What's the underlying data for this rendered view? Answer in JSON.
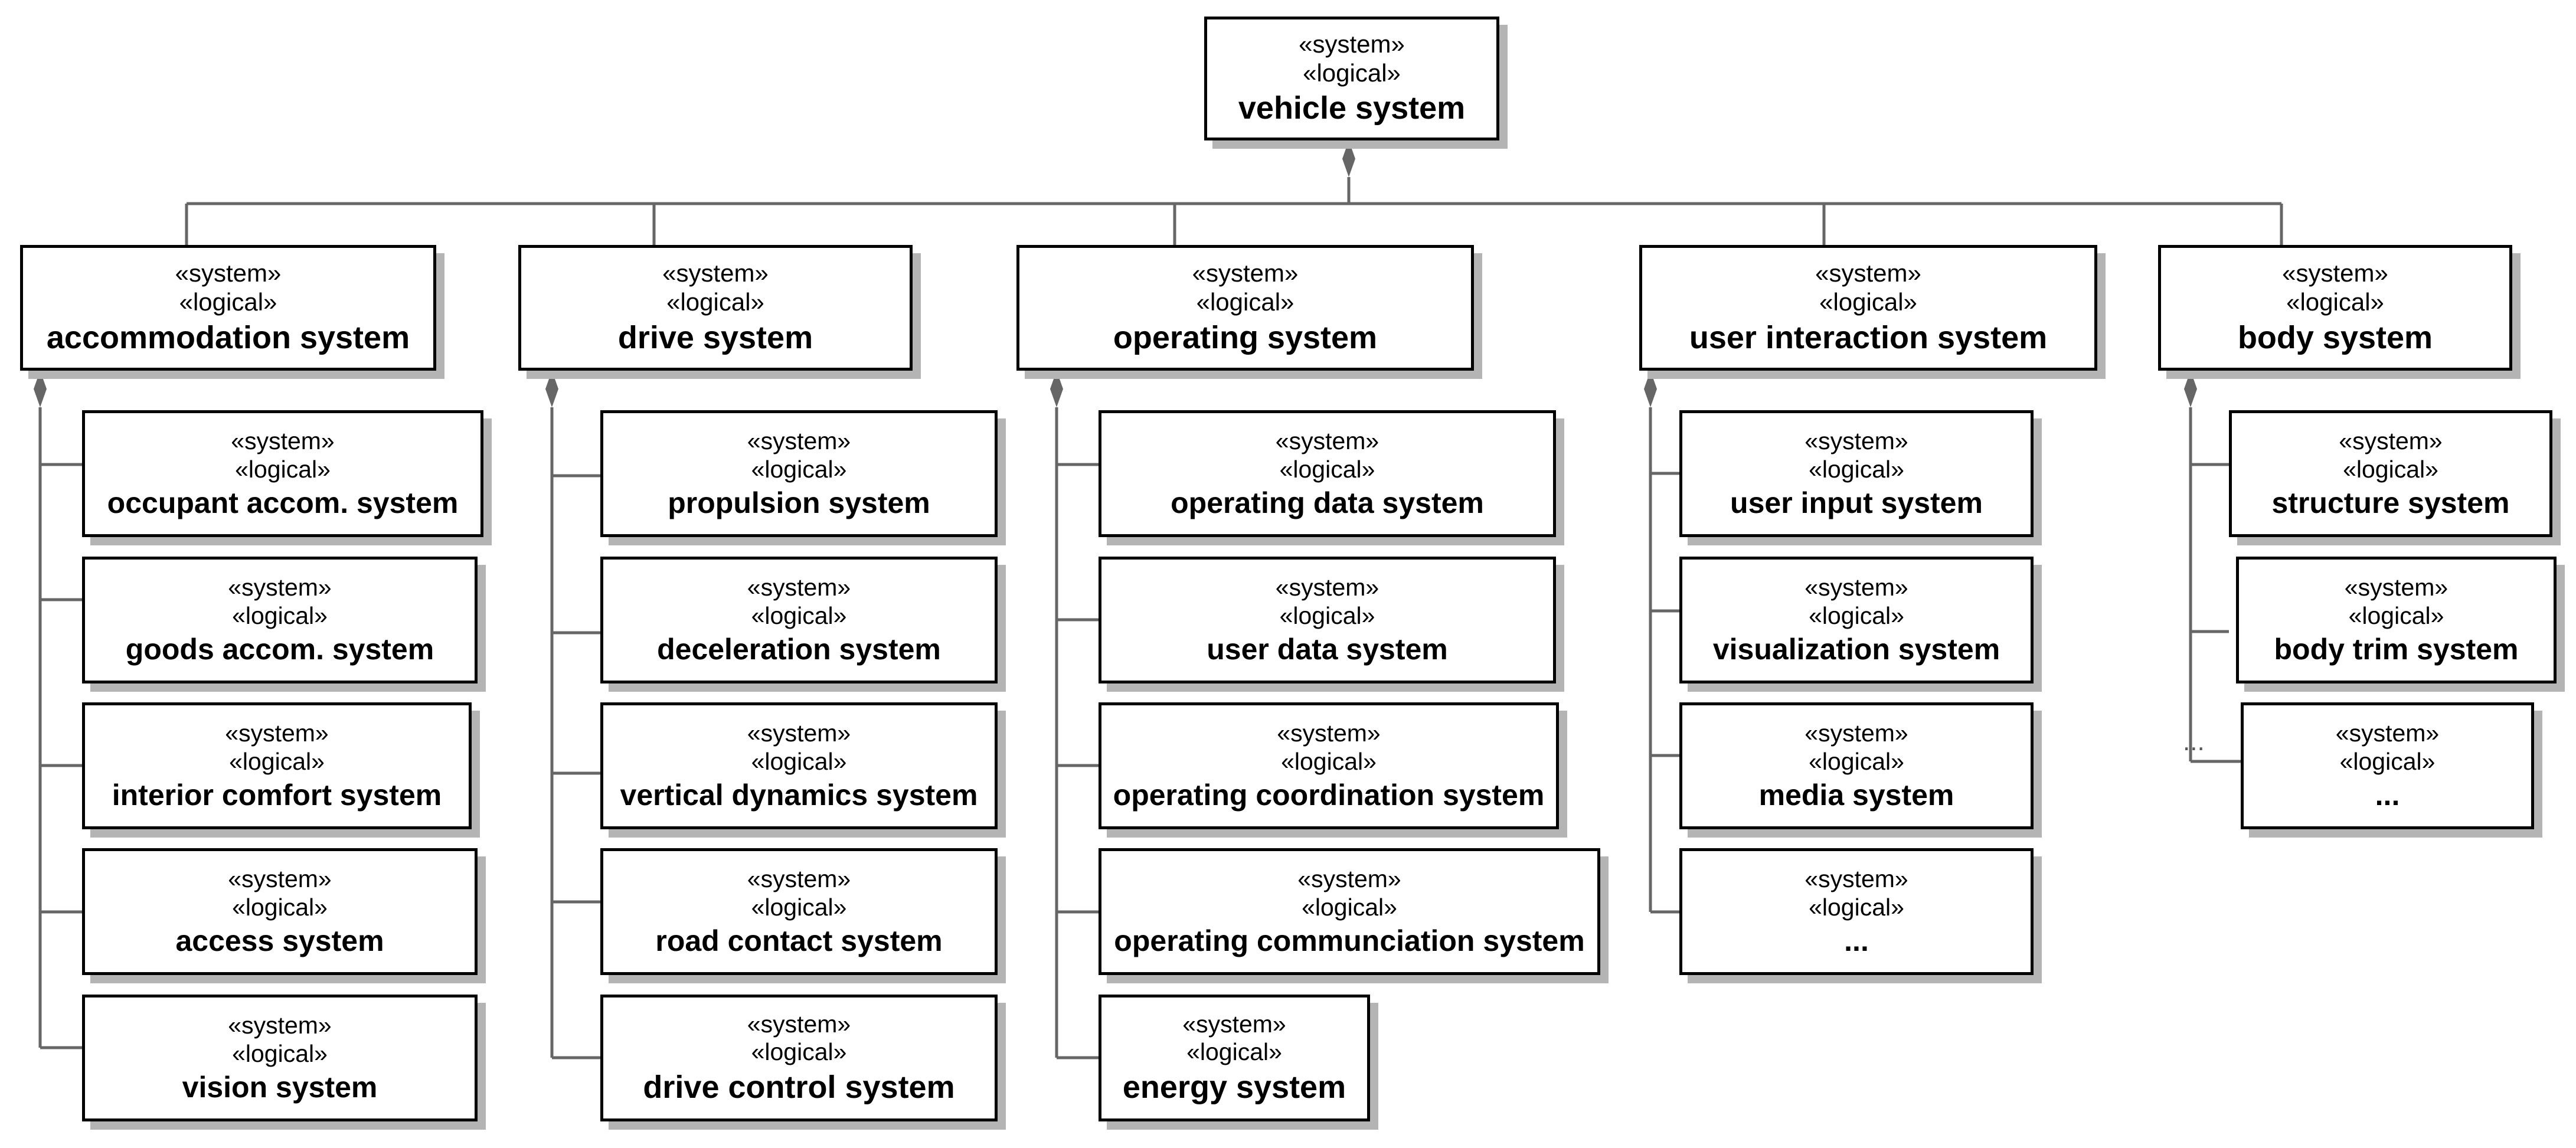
{
  "diagram": {
    "root": {
      "stereotypes": [
        "«system»",
        "«logical»"
      ],
      "name": "vehicle system"
    },
    "branches": [
      {
        "stereotypes": [
          "«system»",
          "«logical»"
        ],
        "name": "accommodation system",
        "children": [
          {
            "stereotypes": [
              "«system»",
              "«logical»"
            ],
            "name": "occupant accom. system"
          },
          {
            "stereotypes": [
              "«system»",
              "«logical»"
            ],
            "name": "goods accom. system"
          },
          {
            "stereotypes": [
              "«system»",
              "«logical»"
            ],
            "name": "interior comfort system"
          },
          {
            "stereotypes": [
              "«system»",
              "«logical»"
            ],
            "name": "access system"
          },
          {
            "stereotypes": [
              "«system»",
              "«logical»"
            ],
            "name": "vision system"
          }
        ]
      },
      {
        "stereotypes": [
          "«system»",
          "«logical»"
        ],
        "name": "drive system",
        "children": [
          {
            "stereotypes": [
              "«system»",
              "«logical»"
            ],
            "name": "propulsion system"
          },
          {
            "stereotypes": [
              "«system»",
              "«logical»"
            ],
            "name": "deceleration system"
          },
          {
            "stereotypes": [
              "«system»",
              "«logical»"
            ],
            "name": "vertical dynamics system"
          },
          {
            "stereotypes": [
              "«system»",
              "«logical»"
            ],
            "name": "road contact system"
          },
          {
            "stereotypes": [
              "«system»",
              "«logical»"
            ],
            "name": "drive control system"
          }
        ]
      },
      {
        "stereotypes": [
          "«system»",
          "«logical»"
        ],
        "name": "operating system",
        "children": [
          {
            "stereotypes": [
              "«system»",
              "«logical»"
            ],
            "name": "operating data system"
          },
          {
            "stereotypes": [
              "«system»",
              "«logical»"
            ],
            "name": "user data system"
          },
          {
            "stereotypes": [
              "«system»",
              "«logical»"
            ],
            "name": "operating coordination system"
          },
          {
            "stereotypes": [
              "«system»",
              "«logical»"
            ],
            "name": "operating communciation system"
          },
          {
            "stereotypes": [
              "«system»",
              "«logical»"
            ],
            "name": "energy system"
          }
        ]
      },
      {
        "stereotypes": [
          "«system»",
          "«logical»"
        ],
        "name": "user interaction system",
        "children": [
          {
            "stereotypes": [
              "«system»",
              "«logical»"
            ],
            "name": "user input system"
          },
          {
            "stereotypes": [
              "«system»",
              "«logical»"
            ],
            "name": "visualization system"
          },
          {
            "stereotypes": [
              "«system»",
              "«logical»"
            ],
            "name": "media system"
          },
          {
            "stereotypes": [
              "«system»",
              "«logical»"
            ],
            "name": "..."
          }
        ]
      },
      {
        "stereotypes": [
          "«system»",
          "«logical»"
        ],
        "name": "body system",
        "children": [
          {
            "stereotypes": [
              "«system»",
              "«logical»"
            ],
            "name": "structure system"
          },
          {
            "stereotypes": [
              "«system»",
              "«logical»"
            ],
            "name": "body trim system"
          },
          {
            "stereotypes": [
              "«system»",
              "«logical»"
            ],
            "name": "..."
          }
        ]
      }
    ],
    "ellipsis_connector_label": "...",
    "colors": {
      "line": "#666666",
      "border": "#000000",
      "shadow": "#b4b4b4",
      "fill": "#ffffff"
    }
  }
}
